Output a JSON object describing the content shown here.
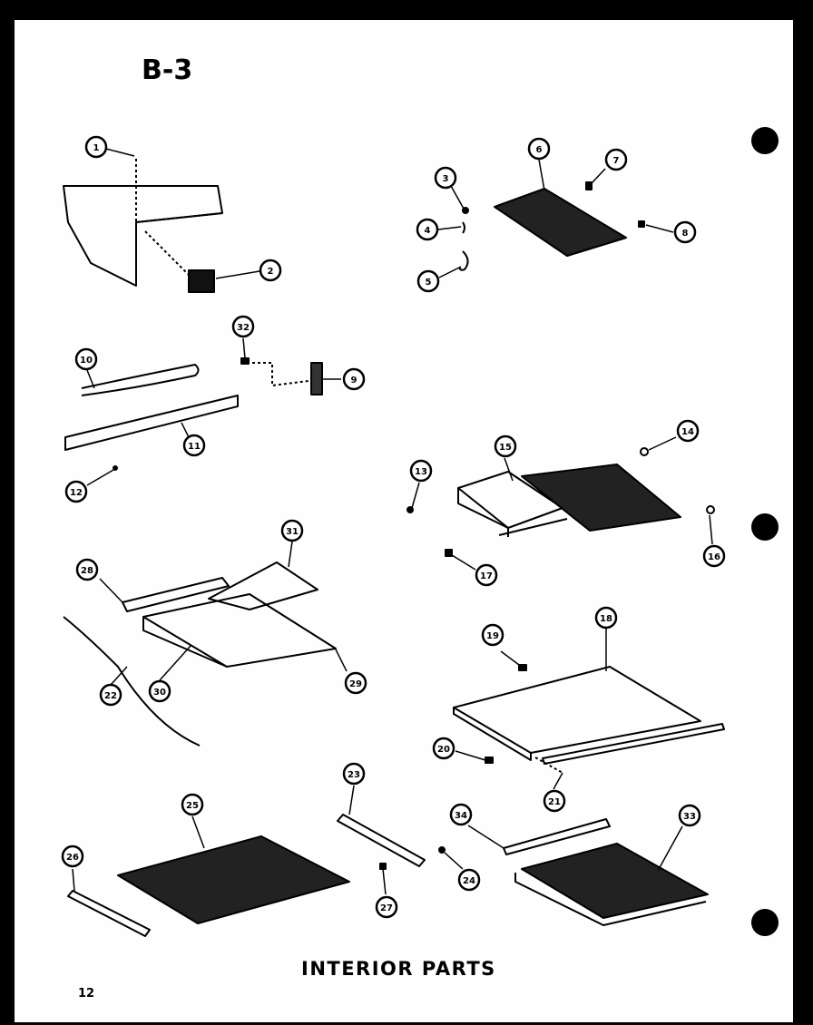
{
  "sheet": {
    "title": "B-3",
    "caption": "INTERIOR PARTS",
    "page_number": "12"
  },
  "callouts": [
    "1",
    "2",
    "3",
    "4",
    "5",
    "6",
    "7",
    "8",
    "9",
    "10",
    "11",
    "12",
    "13",
    "14",
    "15",
    "16",
    "17",
    "18",
    "19",
    "20",
    "21",
    "22",
    "23",
    "24",
    "25",
    "26",
    "27",
    "28",
    "29",
    "30",
    "31",
    "32",
    "33",
    "34"
  ],
  "colors": {
    "ink": "#000000",
    "paper": "#fefefe",
    "background": "#000000"
  }
}
